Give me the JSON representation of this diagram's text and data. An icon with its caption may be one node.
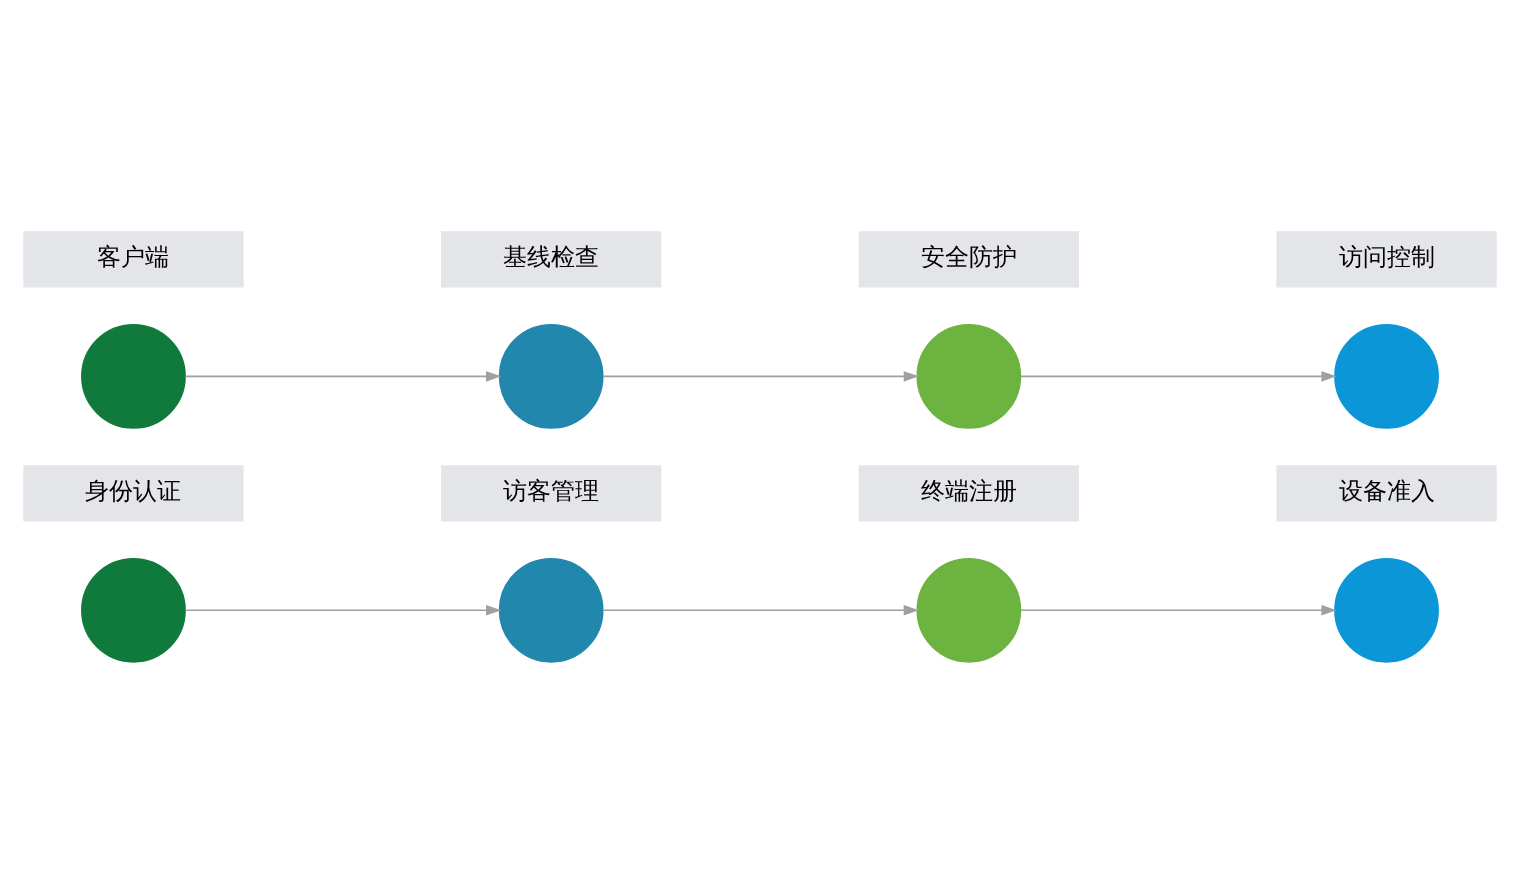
{
  "diagram": {
    "nodes": [
      {
        "text": [],
        "shape": "circle"
      },
      {
        "text": [],
        "shape": "circle"
      },
      {
        "text": [],
        "shape": "circle"
      },
      {
        "text": [],
        "shape": "circle"
      },
      {
        "text": [
          "身份认证"
        ]
      },
      {
        "text": [
          "访客管理"
        ]
      },
      {
        "text": [
          "终端注册"
        ]
      },
      {
        "text": [
          "设备准入"
        ]
      },
      {
        "text": [],
        "shape": "circle"
      },
      {
        "text": [],
        "shape": "circle"
      },
      {
        "text": [],
        "shape": "circle"
      },
      {
        "text": [],
        "shape": "circle"
      },
      {
        "text": [
          "客户端"
        ]
      },
      {
        "text": [
          "基线检查"
        ]
      },
      {
        "text": [
          "安全防护"
        ]
      },
      {
        "text": [
          "访问控制"
        ]
      }
    ],
    "edges": [
      {
        "from": 0,
        "to": 1,
        "arrow": "to"
      },
      {
        "from": 1,
        "to": 2,
        "arrow": "to"
      },
      {
        "from": 2,
        "to": 3,
        "arrow": "to"
      },
      {
        "from": 8,
        "to": 9,
        "arrow": "to"
      },
      {
        "from": 9,
        "to": 10,
        "arrow": "to"
      },
      {
        "from": 10,
        "to": 11,
        "arrow": "to"
      }
    ]
  }
}
